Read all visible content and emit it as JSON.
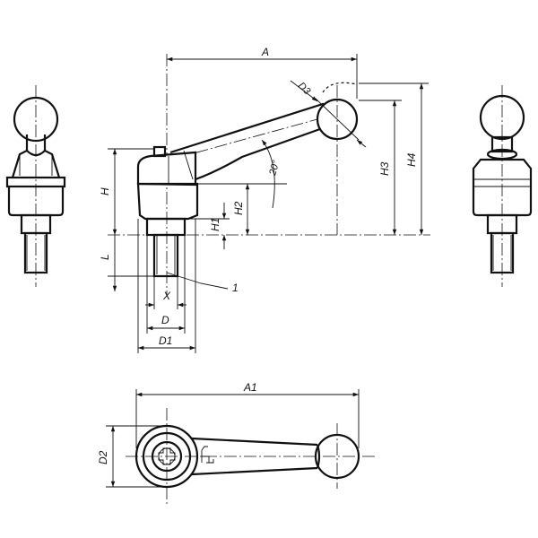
{
  "drawing": {
    "labels": {
      "A": "A",
      "A1": "A1",
      "D": "D",
      "D1": "D1",
      "D2": "D2",
      "D3": "D3",
      "H": "H",
      "H1": "H1",
      "H2": "H2",
      "H3": "H3",
      "H4": "H4",
      "L": "L",
      "X": "X",
      "callout": "1",
      "angle": "20°"
    }
  }
}
